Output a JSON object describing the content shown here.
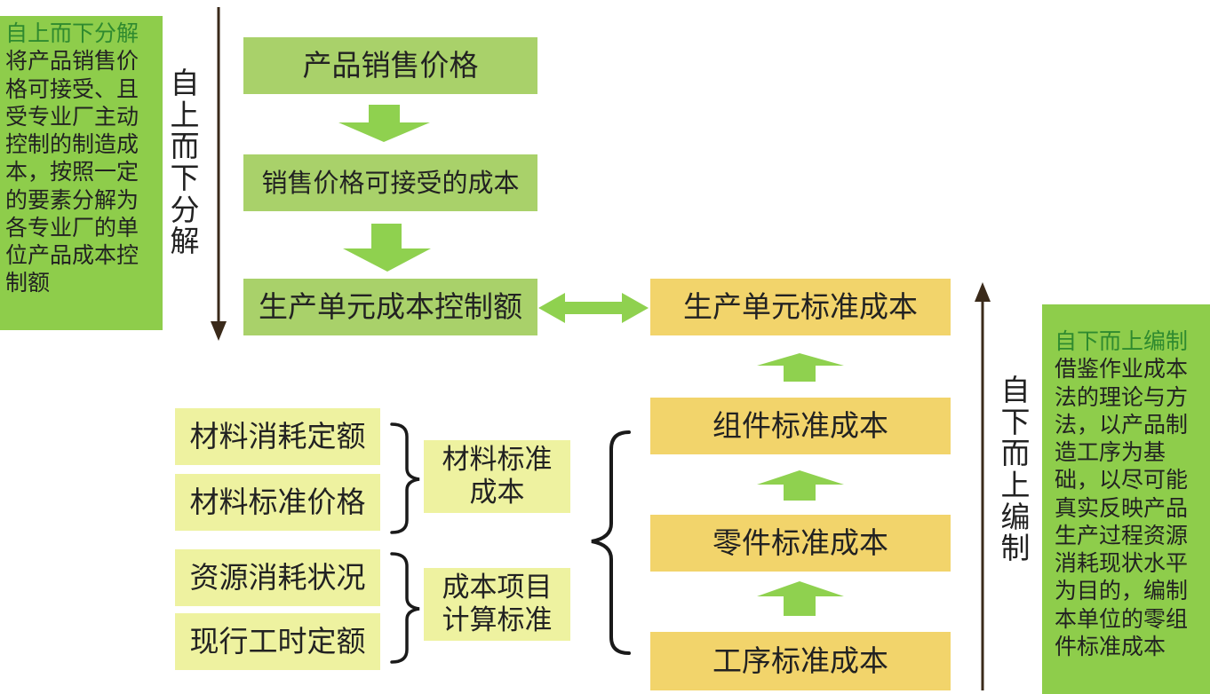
{
  "left_note": {
    "heading": "自上而下分解",
    "body": "将产品销售价格可接受、且受专业厂主动控制的制造成本，按照一定的要素分解为各专业厂的单位产品成本控制额"
  },
  "right_note": {
    "heading": "自下而上编制",
    "body": "借鉴作业成本法的理论与方法，以产品制造工序为基础，以尽可能真实反映产品生产过程资源消耗现状水平为目的，编制本单位的零组件标准成本"
  },
  "arrow_labels": {
    "top_down": "自上而下分解",
    "bottom_up": "自下而上编制"
  },
  "top_down_chain": [
    "产品销售价格",
    "销售价格可接受的成本",
    "生产单元成本控制额"
  ],
  "bottom_up_chain": [
    "生产单元标准成本",
    "组件标准成本",
    "零件标准成本",
    "工序标准成本"
  ],
  "inputs": [
    "材料消耗定额",
    "材料标准价格",
    "资源消耗状况",
    "现行工时定额"
  ],
  "groups": {
    "material": "材料标准成本",
    "cost_item": "成本项目计算标准"
  },
  "colors": {
    "green_box": "#a9d16a",
    "green_note": "#8ecd4b",
    "yellow_box": "#f2d46b",
    "light_yellow_box": "#eef2a0",
    "arrow_green": "#8fd14f"
  }
}
